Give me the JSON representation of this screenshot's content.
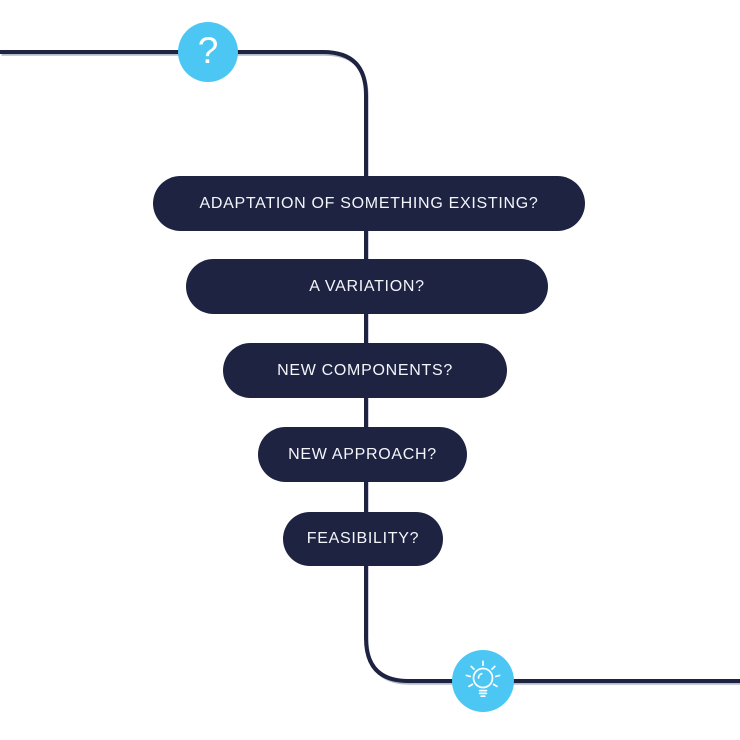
{
  "funnel": {
    "start": {
      "icon": "question-mark-icon",
      "symbol": "?"
    },
    "stages": [
      {
        "label": "ADAPTATION OF SOMETHING EXISTING?"
      },
      {
        "label": "A VARIATION?"
      },
      {
        "label": "NEW COMPONENTS?"
      },
      {
        "label": "NEW APPROACH?"
      },
      {
        "label": "FEASIBILITY?"
      }
    ],
    "end": {
      "icon": "lightbulb-icon"
    },
    "colors": {
      "navy": "#1e2342",
      "cyan": "#4cc7f4",
      "label_text": "#f4f6fa",
      "line_halo": "#a8aec2"
    }
  }
}
